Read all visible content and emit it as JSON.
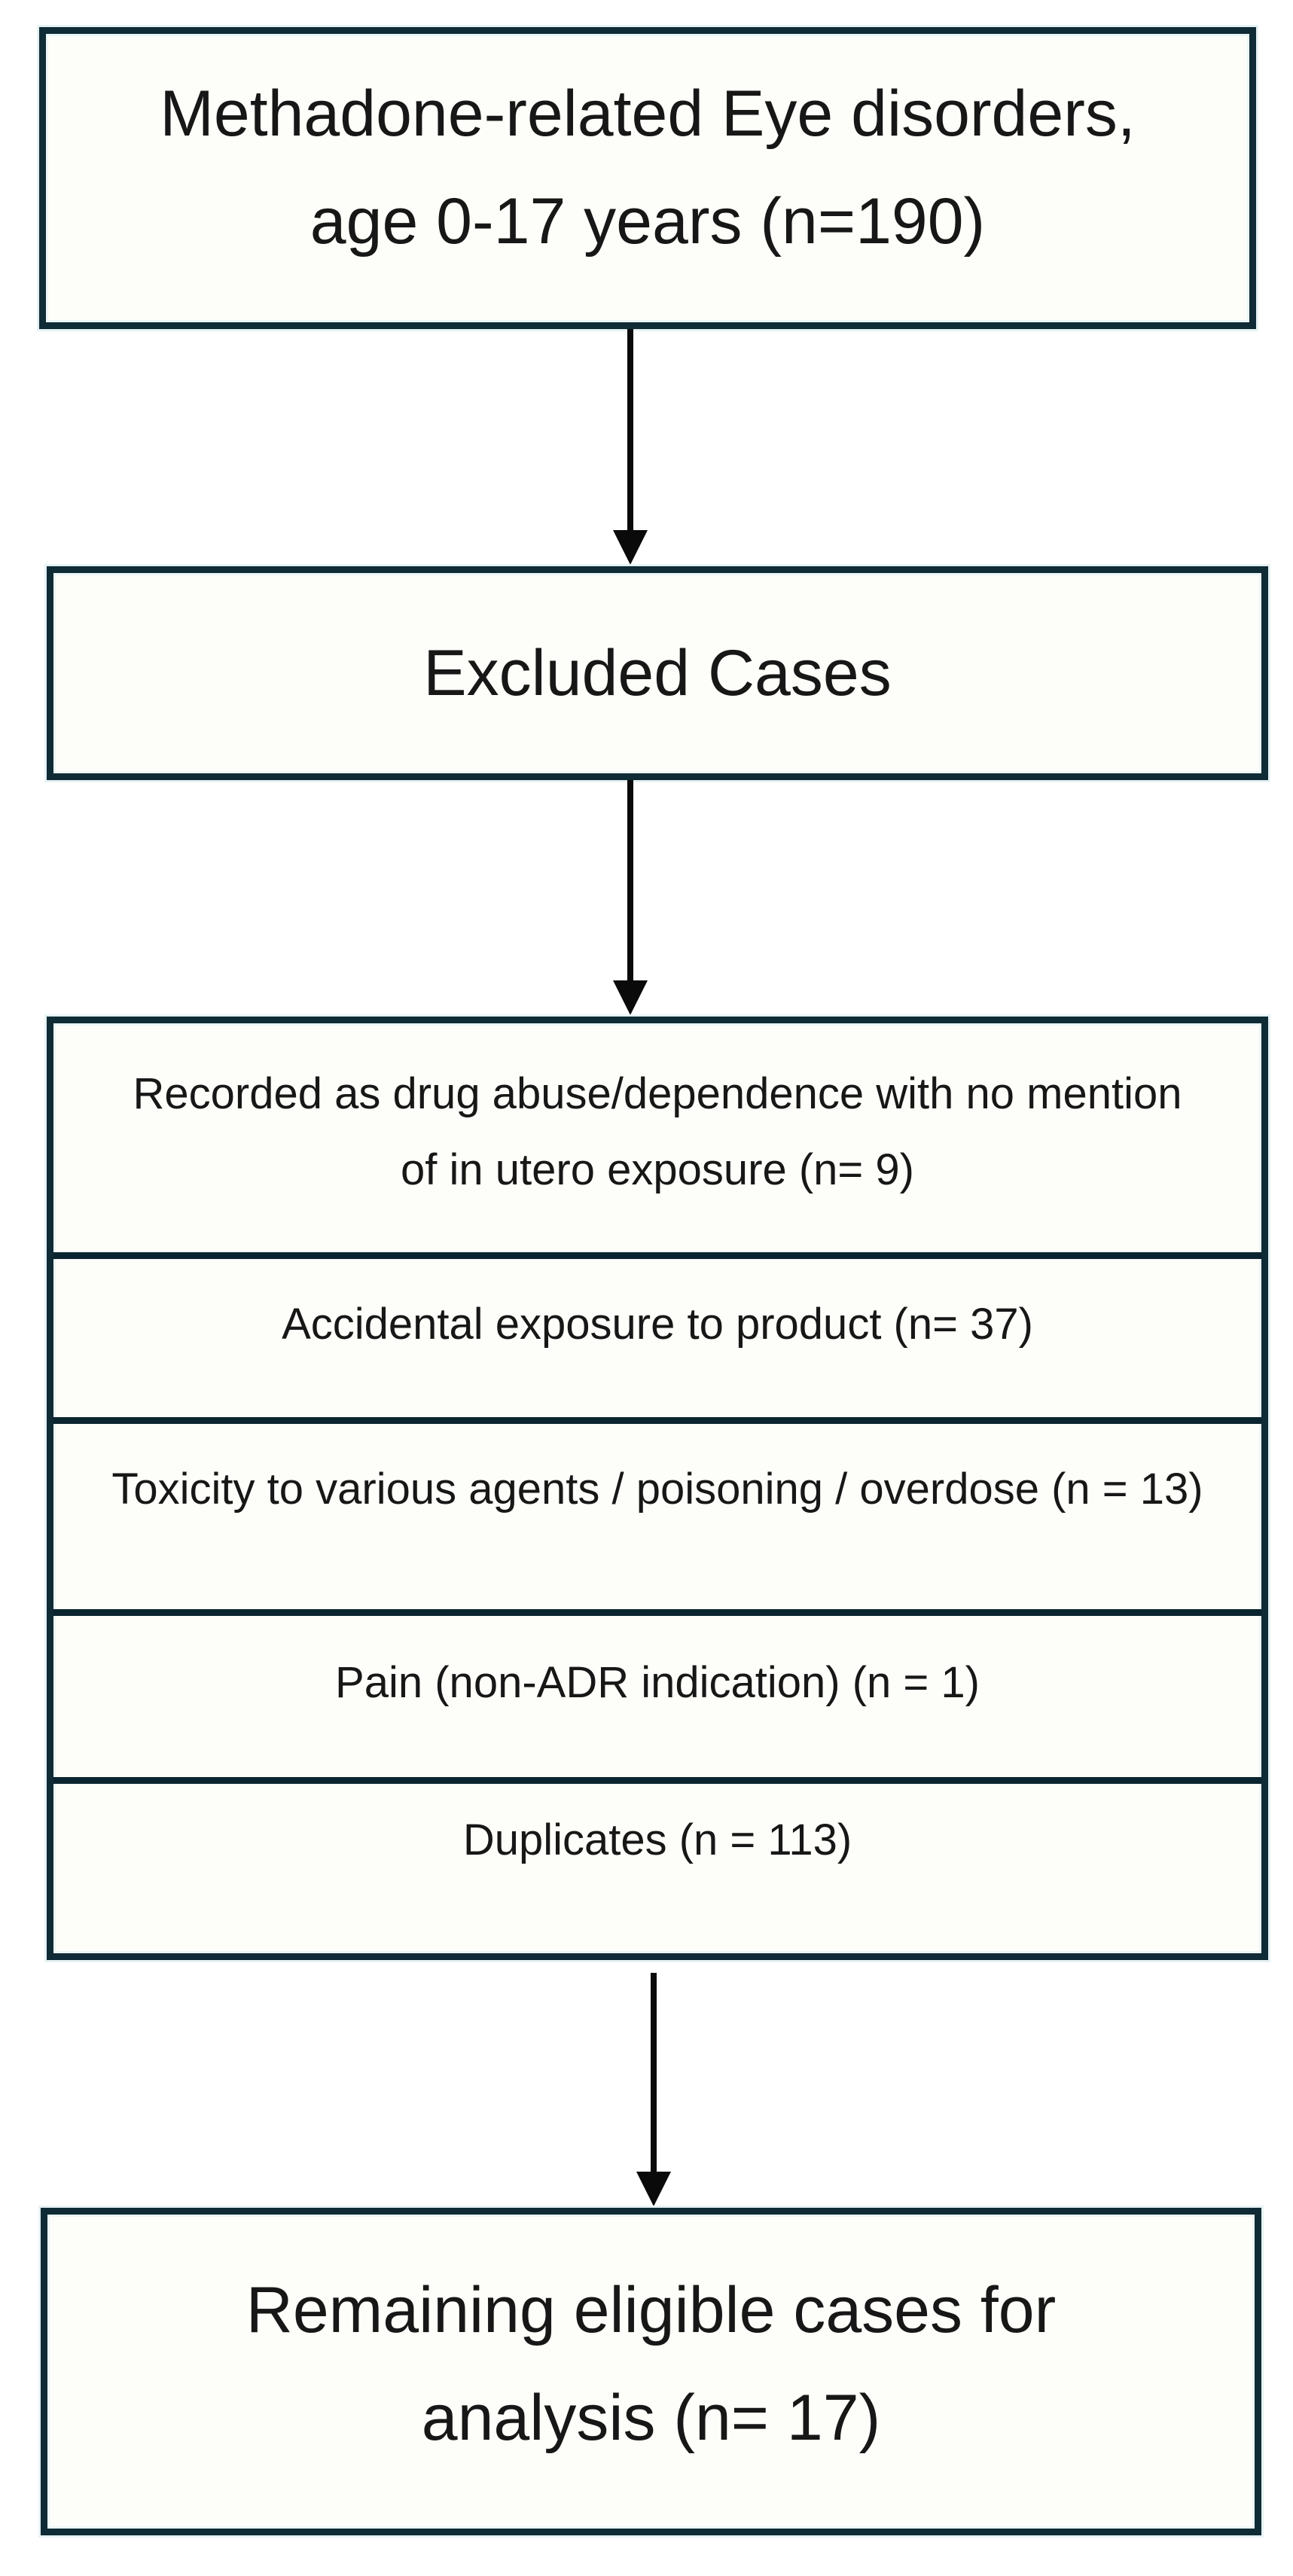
{
  "figure": {
    "type": "exclusion-flowchart",
    "boxes": {
      "source": {
        "lines": [
          "Methadone-related Eye disorders,",
          "age 0-17 years (n=190)"
        ]
      },
      "excluded_header": {
        "lines": [
          "Excluded Cases"
        ]
      },
      "exclusion_rows": [
        {
          "lines": [
            "Recorded as drug abuse/dependence with no mention",
            "of in utero exposure (n= 9)"
          ]
        },
        {
          "lines": [
            "Accidental exposure to product (n= 37)"
          ]
        },
        {
          "lines": [
            "Toxicity to various agents / poisoning / overdose (n = 13)"
          ]
        },
        {
          "lines": [
            "Pain (non-ADR indication) (n = 1)"
          ]
        },
        {
          "lines": [
            "Duplicates (n = 113)"
          ]
        }
      ],
      "remaining": {
        "lines": [
          "Remaining eligible cases for",
          "analysis (n= 17)"
        ]
      }
    },
    "counts": {
      "initial_cases": 190,
      "drug_abuse_no_in_utero": 9,
      "accidental_exposure": 37,
      "toxicity_poisoning_overdose": 13,
      "pain_non_adr": 1,
      "duplicates": 113,
      "remaining_eligible": 17
    },
    "colors": {
      "box_border": "#0f2b35",
      "divider": "#0b2530",
      "box_fill": "#fdfdf9",
      "halo": "#e7f2f4",
      "arrow": "#0a0a0a",
      "text": "#171717",
      "background": "#ffffff"
    }
  }
}
